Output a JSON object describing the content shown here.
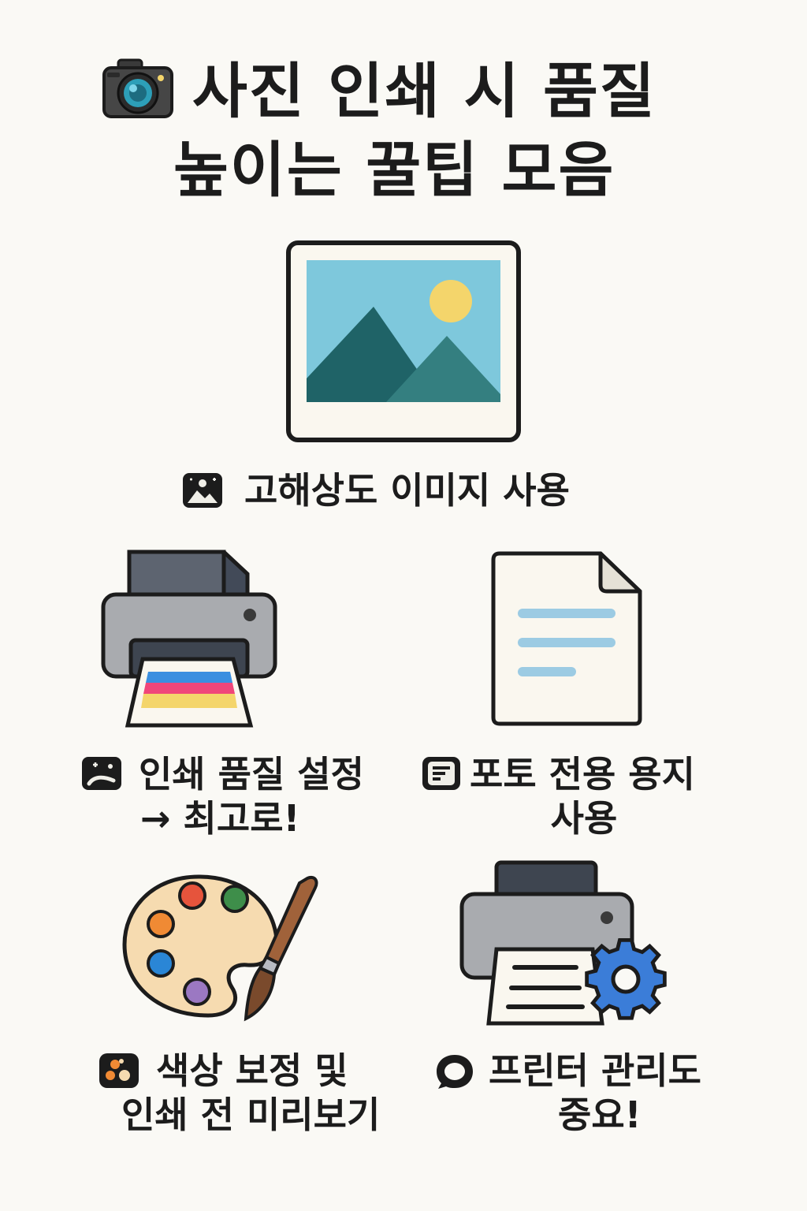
{
  "title": {
    "line1": "사진 인쇄 시 품질",
    "line2": "높이는 꿀팁 모음"
  },
  "tips": {
    "high_res": {
      "label": "고해상도 이미지 사용"
    },
    "print_quality": {
      "line1": "인쇄 품질 설정",
      "line2": "→ 최고로!"
    },
    "photo_paper": {
      "line1": "포토 전용 용지",
      "line2": "사용"
    },
    "color_preview": {
      "line1": "색상 보정 및",
      "line2": "인쇄 전 미리보기"
    },
    "printer_care": {
      "line1": "프린터 관리도",
      "line2": "중요!"
    }
  },
  "colors": {
    "background": "#faf9f5",
    "sky": "#7ec8dc",
    "sun": "#f4d56b",
    "mountain_dark": "#1f6367",
    "mountain_light": "#347f80",
    "printer_body": "#a9abaf",
    "printer_dark": "#5d6470",
    "gear": "#3b7dd8"
  },
  "icons": {
    "title": "camera-icon",
    "high_res": "image-icon",
    "print_quality": "brush-icon",
    "photo_paper": "document-icon",
    "color_preview": "palette-icon",
    "printer_care": "speech-bubble-icon"
  }
}
